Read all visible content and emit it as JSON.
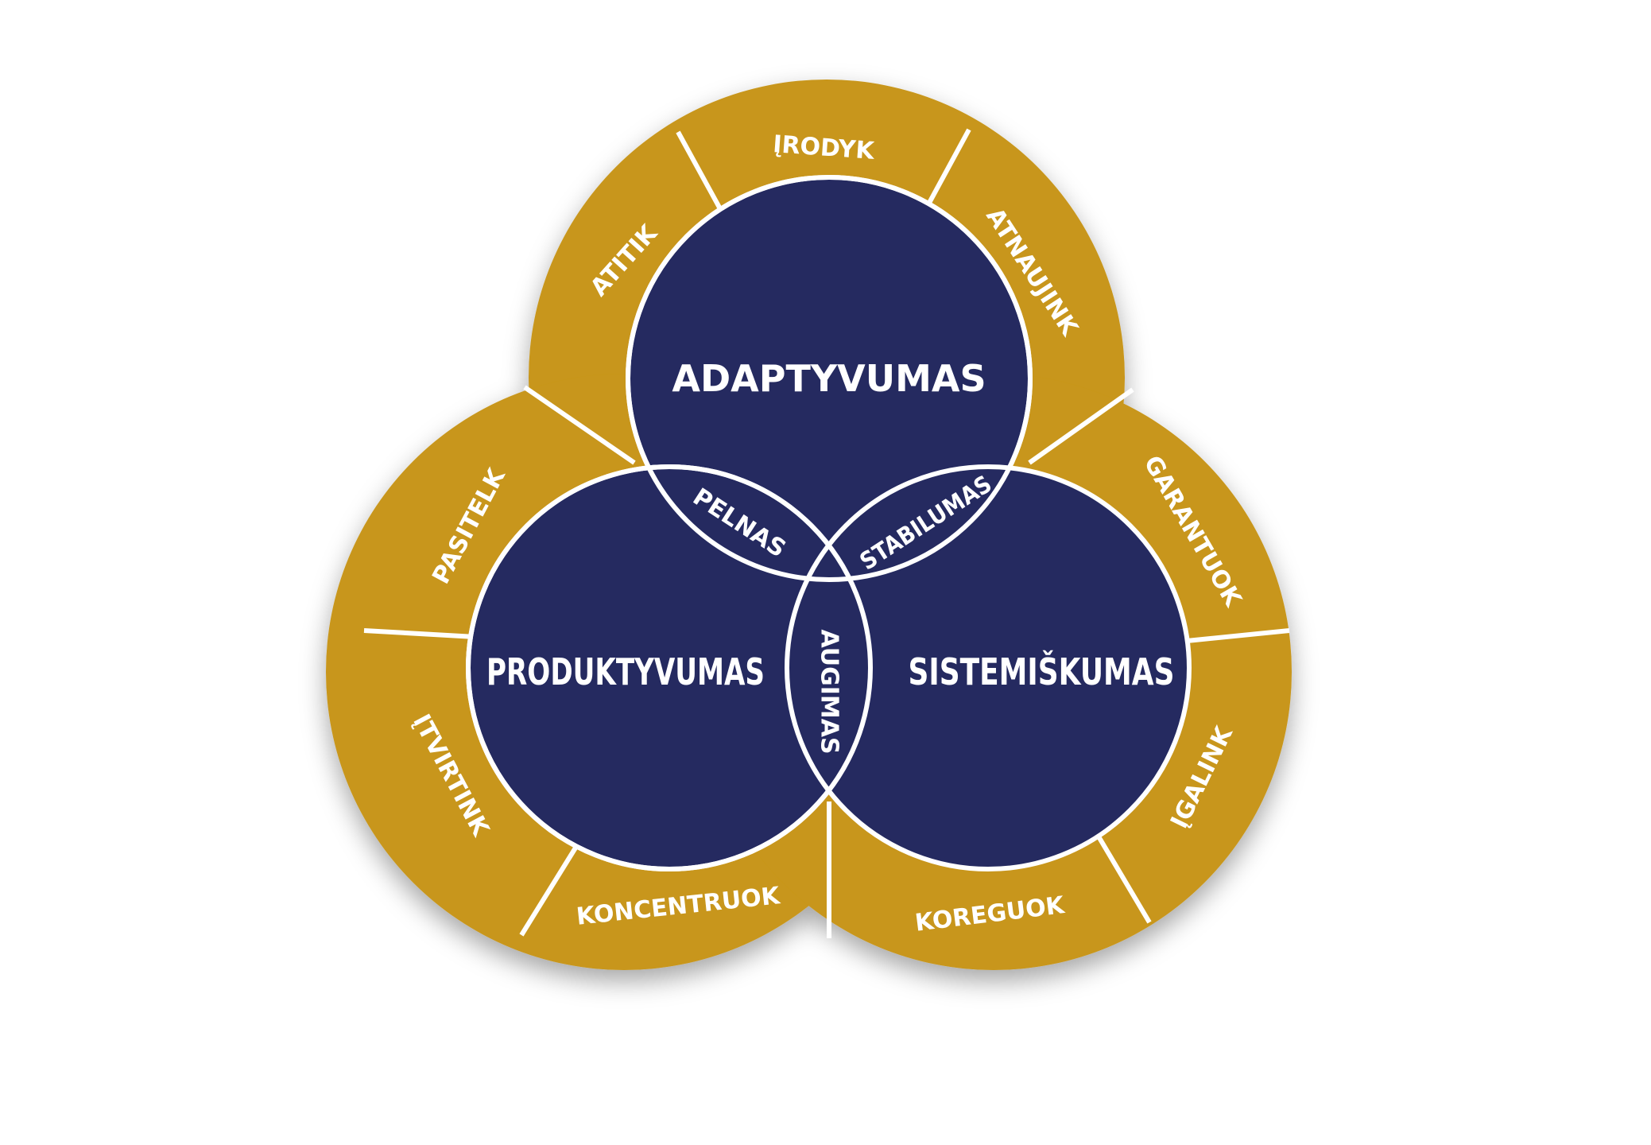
{
  "colors": {
    "ring": "#C8961A",
    "circle": "#252A60",
    "stroke": "#FFFFFF",
    "text": "#FFFFFF"
  },
  "main_circles": {
    "top": "ADAPTYVUMAS",
    "left": "PRODUKTYVUMAS",
    "right": "SISTEMIŠKUMAS"
  },
  "overlaps": {
    "top_left": "PELNAS",
    "top_right": "STABILUMAS",
    "bottom": "AUGIMAS"
  },
  "ring_labels": {
    "top": [
      "ATITIK",
      "ĮRODYK",
      "ATNAUJINK"
    ],
    "left": [
      "PASITELK",
      "ĮTVIRTINK",
      "KONCENTRUOK"
    ],
    "right": [
      "GARANTUOK",
      "ĮGALINK",
      "KOREGUOK"
    ]
  }
}
